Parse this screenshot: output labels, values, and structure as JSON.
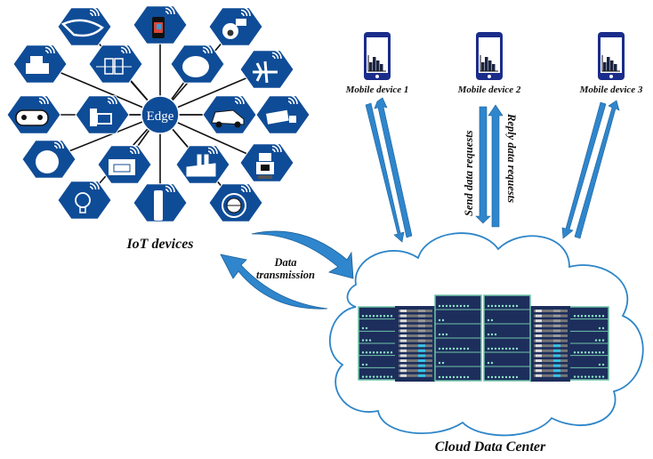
{
  "iot": {
    "hub_label": "Edge",
    "title": "IoT devices",
    "devices": [
      {
        "name": "smart-glasses",
        "icon": "glasses-icon"
      },
      {
        "name": "smart-watch",
        "icon": "watch-icon"
      },
      {
        "name": "security-camera",
        "icon": "camera-icon"
      },
      {
        "name": "printer",
        "icon": "printer-icon"
      },
      {
        "name": "multi-device",
        "icon": "devices-icon"
      },
      {
        "name": "brain",
        "icon": "brain-icon"
      },
      {
        "name": "airplane",
        "icon": "airplane-icon"
      },
      {
        "name": "game-controller",
        "icon": "gamepad-icon"
      },
      {
        "name": "computer",
        "icon": "computer-icon"
      },
      {
        "name": "car",
        "icon": "car-icon"
      },
      {
        "name": "truck",
        "icon": "truck-icon"
      },
      {
        "name": "disc",
        "icon": "disc-icon"
      },
      {
        "name": "warehouse",
        "icon": "warehouse-icon"
      },
      {
        "name": "factory",
        "icon": "factory-icon"
      },
      {
        "name": "robot",
        "icon": "robot-icon"
      },
      {
        "name": "light-bulb",
        "icon": "bulb-icon"
      },
      {
        "name": "sensor",
        "icon": "sensor-icon"
      },
      {
        "name": "globe-network",
        "icon": "globe-icon"
      }
    ]
  },
  "mobile": {
    "devices": [
      "Mobile device 1",
      "Mobile device 2",
      "Mobile device 3"
    ],
    "send_label": "Send data requests",
    "reply_label": "Reply data requests"
  },
  "transmission": {
    "line1": "Data",
    "line2": "transmission"
  },
  "cloud": {
    "title": "Cloud Data Center"
  },
  "colors": {
    "hex": "#0f4c97",
    "arrow": "#2f86cc",
    "cloud": "#2d85c8",
    "server": "#1d2e5c",
    "rack": "#6fc4a8"
  }
}
